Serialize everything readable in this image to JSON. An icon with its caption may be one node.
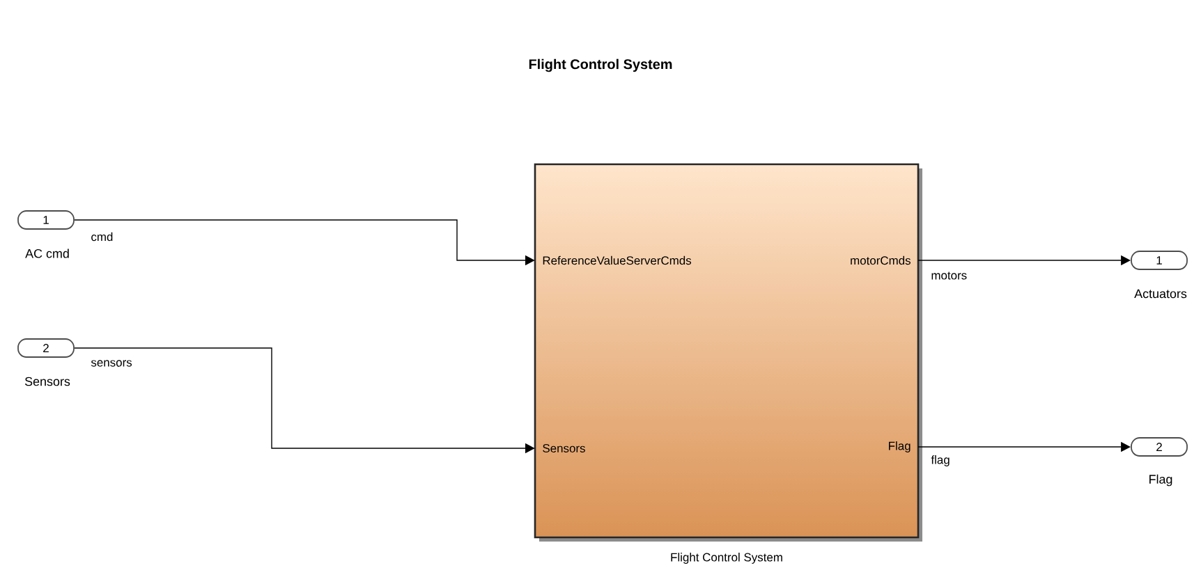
{
  "diagram": {
    "title": "Flight Control System",
    "nodes": [
      {
        "text": [
          "1"
        ],
        "beside": [
          "AC cmd"
        ]
      },
      {
        "text": [
          "2"
        ],
        "beside": [
          "Sensors"
        ]
      },
      {
        "text": [
          "ReferenceValueServerCmds",
          "Sensors",
          "motorCmds",
          "Flag"
        ],
        "beside": [
          "Flight Control System"
        ]
      },
      {
        "text": [
          "1"
        ],
        "beside": [
          "Actuators"
        ]
      },
      {
        "text": [
          "2"
        ],
        "beside": [
          "Flag"
        ]
      }
    ],
    "edges": [
      {
        "from": 0,
        "to": 2,
        "arrow": "to",
        "label": "cmd"
      },
      {
        "from": 1,
        "to": 2,
        "arrow": "to",
        "label": "sensors"
      },
      {
        "from": 2,
        "to": 3,
        "arrow": "to",
        "label": "motors"
      },
      {
        "from": 2,
        "to": 4,
        "arrow": "to",
        "label": "flag"
      }
    ]
  }
}
